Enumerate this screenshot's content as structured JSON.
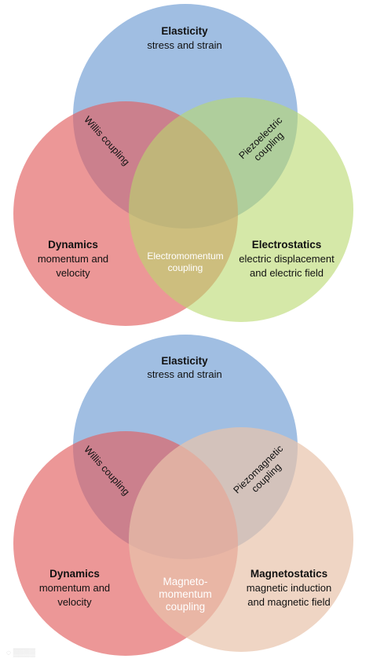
{
  "diagram_top": {
    "colors": {
      "elasticity": "#8fb3dd",
      "dynamics": "#e26060",
      "electrostatics": "#b9d86e"
    },
    "elasticity": {
      "title": "Elasticity",
      "subtitle": "stress and strain"
    },
    "dynamics": {
      "title": "Dynamics",
      "line1": "momentum and",
      "line2": "velocity"
    },
    "electrostatics": {
      "title": "Electrostatics",
      "line1": "electric displacement",
      "line2": "and electric field"
    },
    "willis": "Willis coupling",
    "piezo": {
      "line1": "Piezoelectric",
      "line2": "coupling"
    },
    "center": {
      "line1": "Electromomentum",
      "line2": "coupling"
    }
  },
  "diagram_bottom": {
    "colors": {
      "elasticity": "#8fb3dd",
      "dynamics": "#e26060",
      "magnetostatics": "#e8c3ab"
    },
    "elasticity": {
      "title": "Elasticity",
      "subtitle": "stress and strain"
    },
    "dynamics": {
      "title": "Dynamics",
      "line1": "momentum and",
      "line2": "velocity"
    },
    "magnetostatics": {
      "title": "Magnetostatics",
      "line1": "magnetic induction",
      "line2": "and magnetic field"
    },
    "willis": "Willis coupling",
    "piezo": {
      "line1": "Piezomagnetic",
      "line2": "coupling"
    },
    "center": {
      "line1": "Magneto-",
      "line2": "momentum",
      "line3": "coupling"
    }
  }
}
